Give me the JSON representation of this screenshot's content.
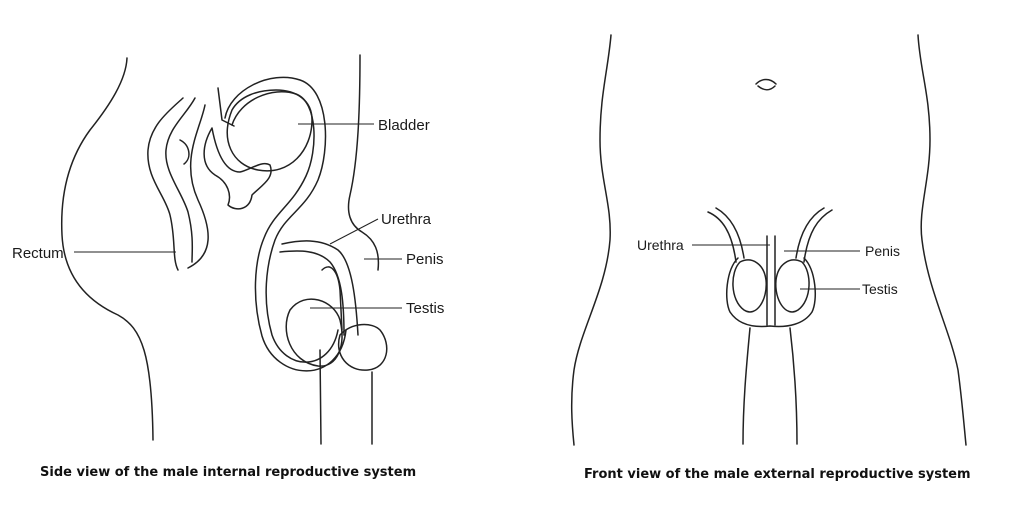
{
  "side_view": {
    "caption": "Side view of the male internal reproductive system",
    "labels": {
      "bladder": "Bladder",
      "urethra": "Urethra",
      "rectum": "Rectum",
      "penis": "Penis",
      "testis": "Testis"
    }
  },
  "front_view": {
    "caption": "Front view of the male external reproductive system",
    "labels": {
      "urethra": "Urethra",
      "penis": "Penis",
      "testis": "Testis"
    }
  }
}
